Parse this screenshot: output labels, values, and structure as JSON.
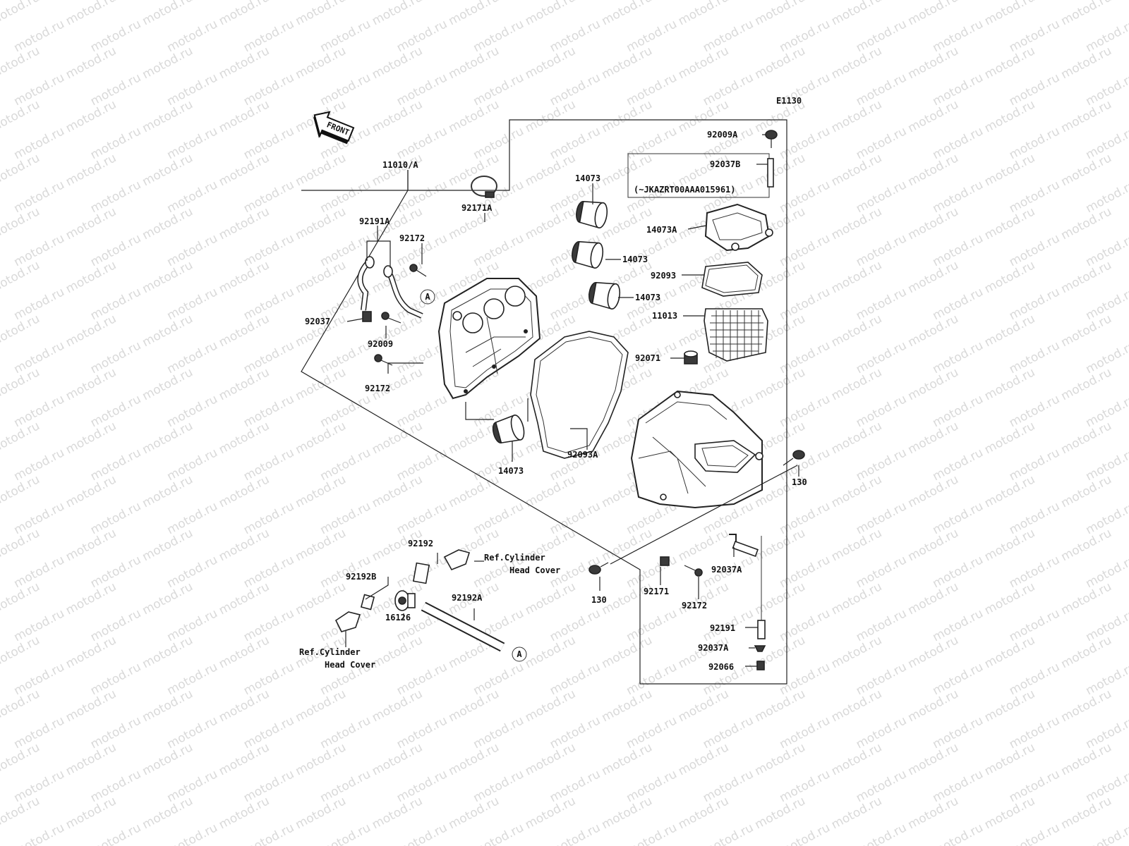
{
  "diagram_code": "E1130",
  "front_arrow": "FRONT",
  "serial_note": "(~JKAZRT00AAA015961)",
  "watermark": "motod.ru",
  "callout_marker": "A",
  "labels": {
    "p11010A": "11010/A",
    "p92009A": "92009A",
    "p92037B": "92037B",
    "p14073_top": "14073",
    "p92171A": "92171A",
    "p92191A": "92191A",
    "p92172_top": "92172",
    "p14073A": "14073A",
    "p14073_mid1": "14073",
    "p92093": "92093",
    "p14073_mid2": "14073",
    "p11013": "11013",
    "p92037": "92037",
    "p92009": "92009",
    "p92071": "92071",
    "p92172_mid": "92172",
    "p130_right": "130",
    "p92093A": "92093A",
    "p14073_bot": "14073",
    "p92192": "92192",
    "p92192B": "92192B",
    "p16126": "16126",
    "p92192A": "92192A",
    "p130_bot": "130",
    "p92171": "92171",
    "p92172_bot": "92172",
    "p92037A_1": "92037A",
    "p92191": "92191",
    "p92037A_2": "92037A",
    "p92066": "92066"
  },
  "refs": {
    "ref1_line1": "Ref.Cylinder",
    "ref1_line2": "Head Cover",
    "ref2_line1": "Ref.Cylinder",
    "ref2_line2": "Head Cover"
  }
}
